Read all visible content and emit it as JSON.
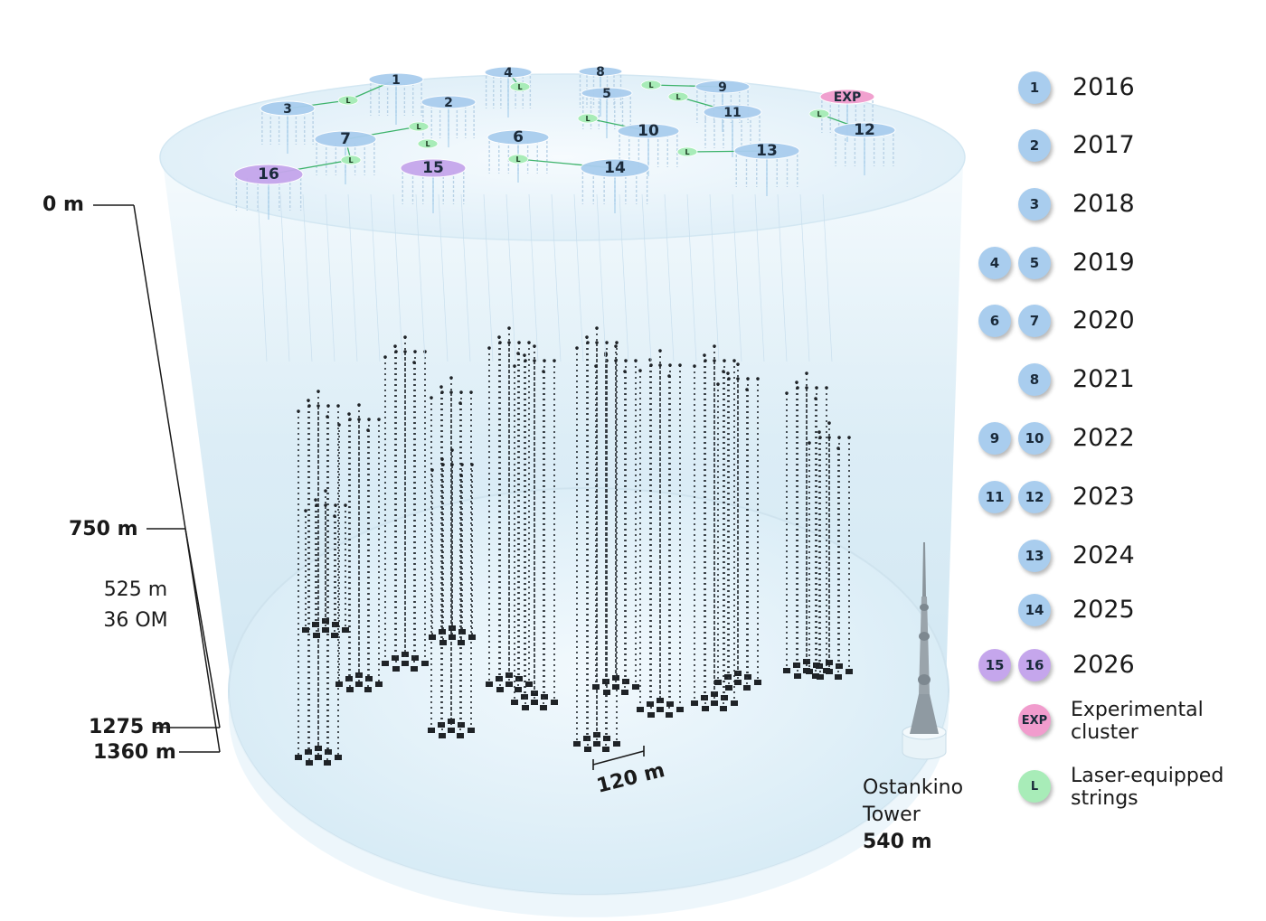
{
  "depth_scale": {
    "surface": "0 m",
    "top": "750 m",
    "section_length": "525 m",
    "section_modules": "36 OM",
    "bottom_sections": "1275 m",
    "bottom_total": "1360 m"
  },
  "spacing_label": "120 m",
  "reference_tower": {
    "name_line1": "Ostankino",
    "name_line2": "Tower",
    "height": "540 m"
  },
  "surface_clusters": [
    "1",
    "2",
    "3",
    "4",
    "5",
    "6",
    "7",
    "8",
    "9",
    "10",
    "11",
    "12",
    "13",
    "14",
    "15",
    "16",
    "EXP"
  ],
  "laser_marker": "L",
  "legend": {
    "rows": [
      {
        "clusters": [
          "1"
        ],
        "year": "2016"
      },
      {
        "clusters": [
          "2"
        ],
        "year": "2017"
      },
      {
        "clusters": [
          "3"
        ],
        "year": "2018"
      },
      {
        "clusters": [
          "4",
          "5"
        ],
        "year": "2019"
      },
      {
        "clusters": [
          "6",
          "7"
        ],
        "year": "2020"
      },
      {
        "clusters": [
          "8"
        ],
        "year": "2021"
      },
      {
        "clusters": [
          "9",
          "10"
        ],
        "year": "2022"
      },
      {
        "clusters": [
          "11",
          "12"
        ],
        "year": "2023"
      },
      {
        "clusters": [
          "13"
        ],
        "year": "2024"
      },
      {
        "clusters": [
          "14"
        ],
        "year": "2025"
      },
      {
        "clusters": [
          "15",
          "16"
        ],
        "year": "2026"
      }
    ],
    "experimental": {
      "badge": "EXP",
      "line1": "Experimental",
      "line2": "cluster"
    },
    "laser": {
      "badge": "L",
      "line1": "Laser-equipped",
      "line2": "strings"
    }
  },
  "colors": {
    "cluster_blue": "#a9cdee",
    "cluster_purple": "#c5a6ec",
    "experimental_pink": "#f19ccd",
    "laser_green": "#a8ecb8",
    "water_light": "#e7f4fb",
    "string_dark": "#2d3338"
  }
}
